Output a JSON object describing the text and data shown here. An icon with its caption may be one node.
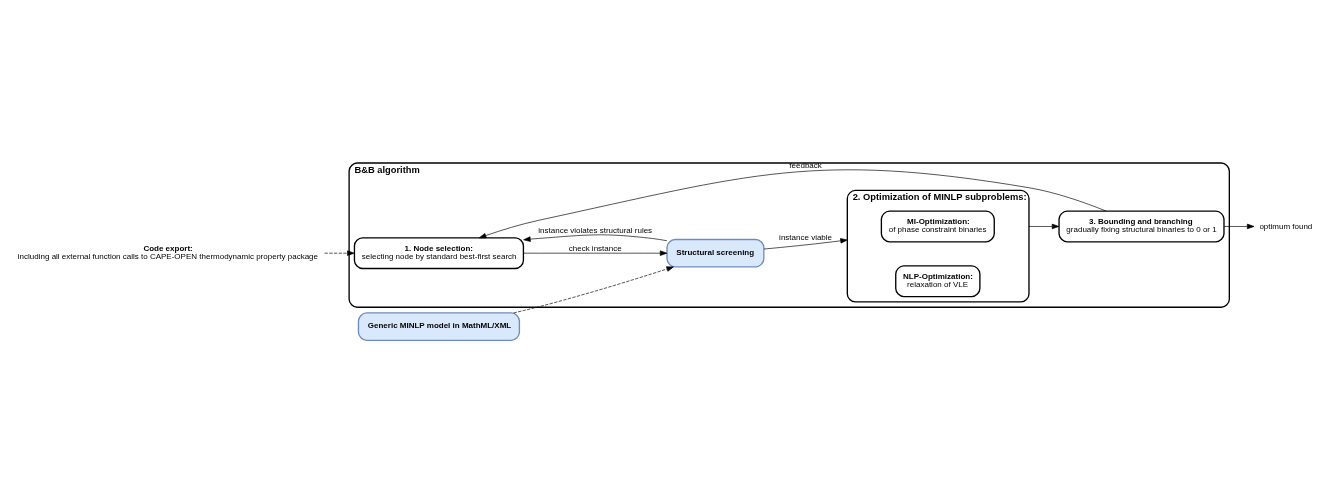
{
  "diagram": {
    "nodes": [
      {
        "text": [
          "Code export:",
          "including all external function calls to CAPE-OPEN thermodynamic property package"
        ]
      },
      {
        "text": [
          "Generic MINLP model in MathML/XML"
        ]
      },
      {
        "text": [
          "B&B algorithm"
        ]
      },
      {
        "text": [
          "1. Node selection:",
          "selecting node by standard best-first search"
        ],
        "in": 2
      },
      {
        "text": [
          "Structural screening"
        ],
        "in": 2
      },
      {
        "text": [
          "2. Optimization of MINLP subproblems:"
        ],
        "in": 2
      },
      {
        "text": [
          "MI-Optimization:",
          "of phase constraint binaries"
        ],
        "in": 5
      },
      {
        "text": [
          "NLP-Optimization:",
          "relaxation of VLE"
        ],
        "in": 5
      },
      {
        "text": [
          "3. Bounding and branching",
          "gradually fixing structural binaries to 0 or 1"
        ],
        "in": 2
      },
      {
        "text": [
          "optimum found"
        ]
      }
    ],
    "edges": [
      {
        "from": 0,
        "to": 3,
        "arrow": "to",
        "style": "dashed"
      },
      {
        "from": 1,
        "to": 4,
        "arrow": "to",
        "style": "dashed"
      },
      {
        "from": 3,
        "to": 4,
        "arrow": "to",
        "label": "check instance"
      },
      {
        "from": 4,
        "to": 5,
        "arrow": "to",
        "label": "instance viable"
      },
      {
        "from": 5,
        "to": 8,
        "arrow": "to"
      },
      {
        "from": 8,
        "to": 9,
        "arrow": "to"
      },
      {
        "from": 4,
        "to": 3,
        "arrow": "to",
        "label": "instance violates structural rules"
      },
      {
        "from": 8,
        "to": 3,
        "arrow": "to",
        "label": "feedback"
      }
    ]
  }
}
